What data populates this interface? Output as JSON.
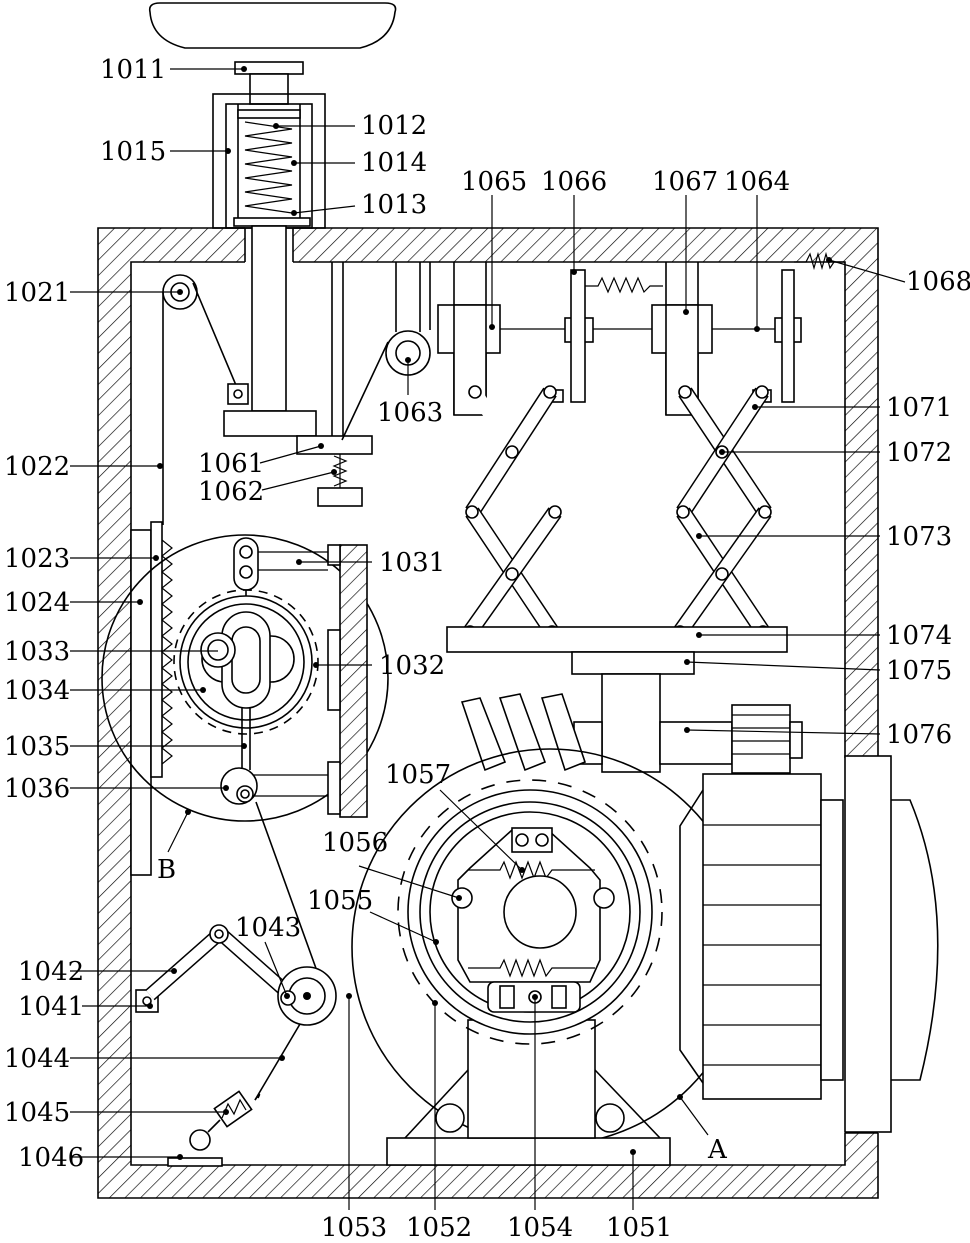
{
  "labels": {
    "l1011": "1011",
    "l1012": "1012",
    "l1013": "1013",
    "l1014": "1014",
    "l1015": "1015",
    "l1021": "1021",
    "l1022": "1022",
    "l1023": "1023",
    "l1024": "1024",
    "l1031": "1031",
    "l1032": "1032",
    "l1033": "1033",
    "l1034": "1034",
    "l1035": "1035",
    "l1036": "1036",
    "l1041": "1041",
    "l1042": "1042",
    "l1043": "1043",
    "l1044": "1044",
    "l1045": "1045",
    "l1046": "1046",
    "l1051": "1051",
    "l1052": "1052",
    "l1053": "1053",
    "l1054": "1054",
    "l1055": "1055",
    "l1056": "1056",
    "l1057": "1057",
    "l1061": "1061",
    "l1062": "1062",
    "l1063": "1063",
    "l1064": "1064",
    "l1065": "1065",
    "l1066": "1066",
    "l1067": "1067",
    "l1068": "1068",
    "l1071": "1071",
    "l1072": "1072",
    "l1073": "1073",
    "l1074": "1074",
    "l1075": "1075",
    "l1076": "1076",
    "detailA": "A",
    "detailB": "B"
  }
}
